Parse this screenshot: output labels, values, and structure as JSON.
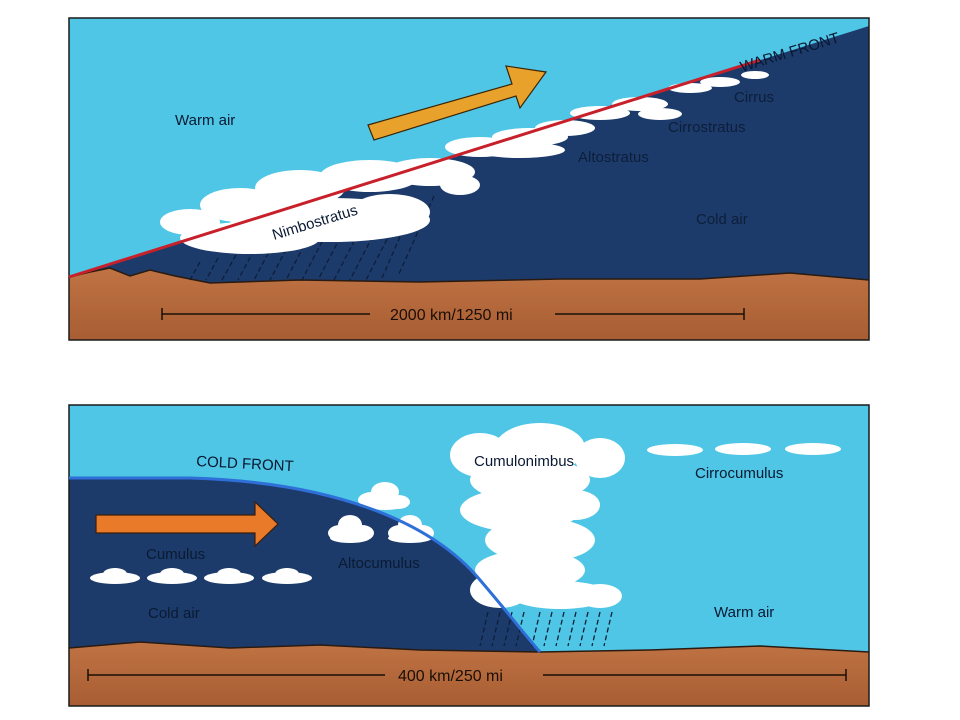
{
  "warm_front_panel": {
    "front_label": "WARM FRONT",
    "warm_air_label": "Warm air",
    "cold_air_label": "Cold air",
    "clouds": {
      "nimbostratus": "Nimbostratus",
      "altostratus": "Altostratus",
      "cirrostratus": "Cirrostratus",
      "cirrus": "Cirrus"
    },
    "scale_label": "2000 km/1250 mi"
  },
  "cold_front_panel": {
    "front_label": "COLD FRONT",
    "warm_air_label": "Warm air",
    "cold_air_label": "Cold air",
    "clouds": {
      "cumulonimbus": "Cumulonimbus",
      "cirrocumulus": "Cirrocumulus",
      "altocumulus": "Altocumulus",
      "cumulus": "Cumulus"
    },
    "scale_label": "400 km/250 mi"
  },
  "colors": {
    "sky": "#4fc6e6",
    "cold_air_mass": "#1c3b6b",
    "ground": "#b4683a",
    "warm_front_line": "#c8202a",
    "cold_front_line": "#2e6fd8",
    "warm_arrow": "#e8a12a",
    "cold_arrow": "#e87a2a",
    "cloud": "#ffffff"
  }
}
